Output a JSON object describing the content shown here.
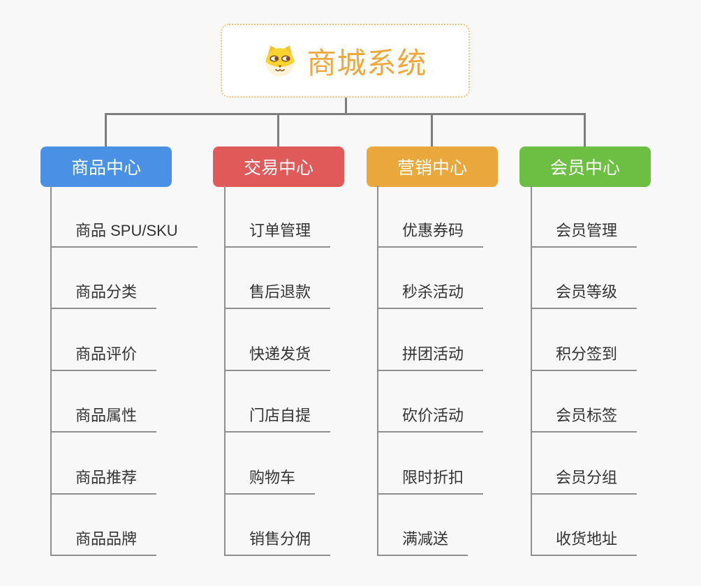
{
  "root": {
    "title": "商城系统",
    "icon": "dog-face-icon",
    "text_color": "#f0a73c",
    "border_color": "#f2c176"
  },
  "branches": [
    {
      "label": "商品中心",
      "color": "#4a91e5",
      "children": [
        "商品 SPU/SKU",
        "商品分类",
        "商品评价",
        "商品属性",
        "商品推荐",
        "商品品牌"
      ]
    },
    {
      "label": "交易中心",
      "color": "#e15a5a",
      "children": [
        "订单管理",
        "售后退款",
        "快递发货",
        "门店自提",
        "购物车",
        "销售分佣"
      ]
    },
    {
      "label": "营销中心",
      "color": "#eaa83c",
      "children": [
        "优惠券码",
        "秒杀活动",
        "拼团活动",
        "砍价活动",
        "限时折扣",
        "满减送"
      ]
    },
    {
      "label": "会员中心",
      "color": "#6cbf43",
      "children": [
        "会员管理",
        "会员等级",
        "积分签到",
        "会员标签",
        "会员分组",
        "收货地址"
      ]
    }
  ],
  "colors": {
    "background": "#f8f8f8",
    "connector_line": "#7d7d7d",
    "spine_line": "#8f8f8f",
    "leaf_text": "#333333"
  }
}
